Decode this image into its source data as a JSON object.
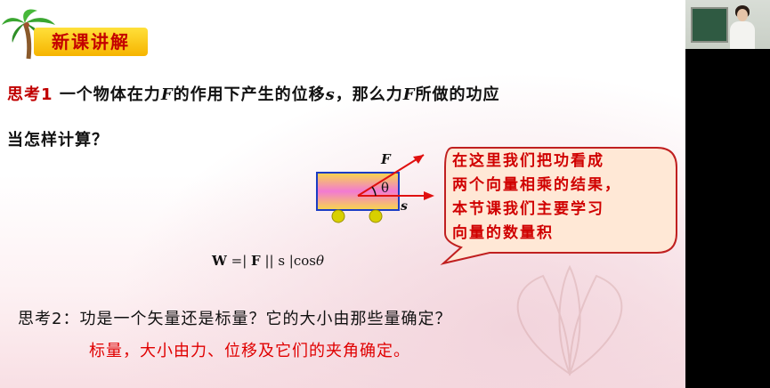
{
  "header": {
    "badge": "新课讲解"
  },
  "think1": {
    "lead": "思考1",
    "line1_a": "一个物体在力",
    "var_f": "F",
    "line1_b": "的作用下产生的位移",
    "var_s": "s",
    "line1_c": "，那么力",
    "line1_d": "所做的功应",
    "line2": "当怎样计算？"
  },
  "diagram": {
    "label_f": "F",
    "label_theta": "θ",
    "label_s": "s"
  },
  "formula": {
    "w": "W",
    "eq": " =| ",
    "f": "F",
    "mid": " || s |cos",
    "theta": "θ"
  },
  "callout": {
    "lines": [
      "在这里我们把功看成",
      "两个向量相乘的结果，",
      "本节课我们主要学习",
      "向量的数量积"
    ]
  },
  "think2": {
    "question": "思考2：功是一个矢量还是标量？它的大小由那些量确定？",
    "answer": "标量，大小由力、位移及它们的夹角确定。"
  },
  "colors": {
    "accent_red": "#d00000",
    "badge_yellow": "#ffd21f",
    "callout_fill": "#ffe8d6"
  },
  "icons": [
    "palm-tree-icon",
    "flower-watermark-icon"
  ]
}
